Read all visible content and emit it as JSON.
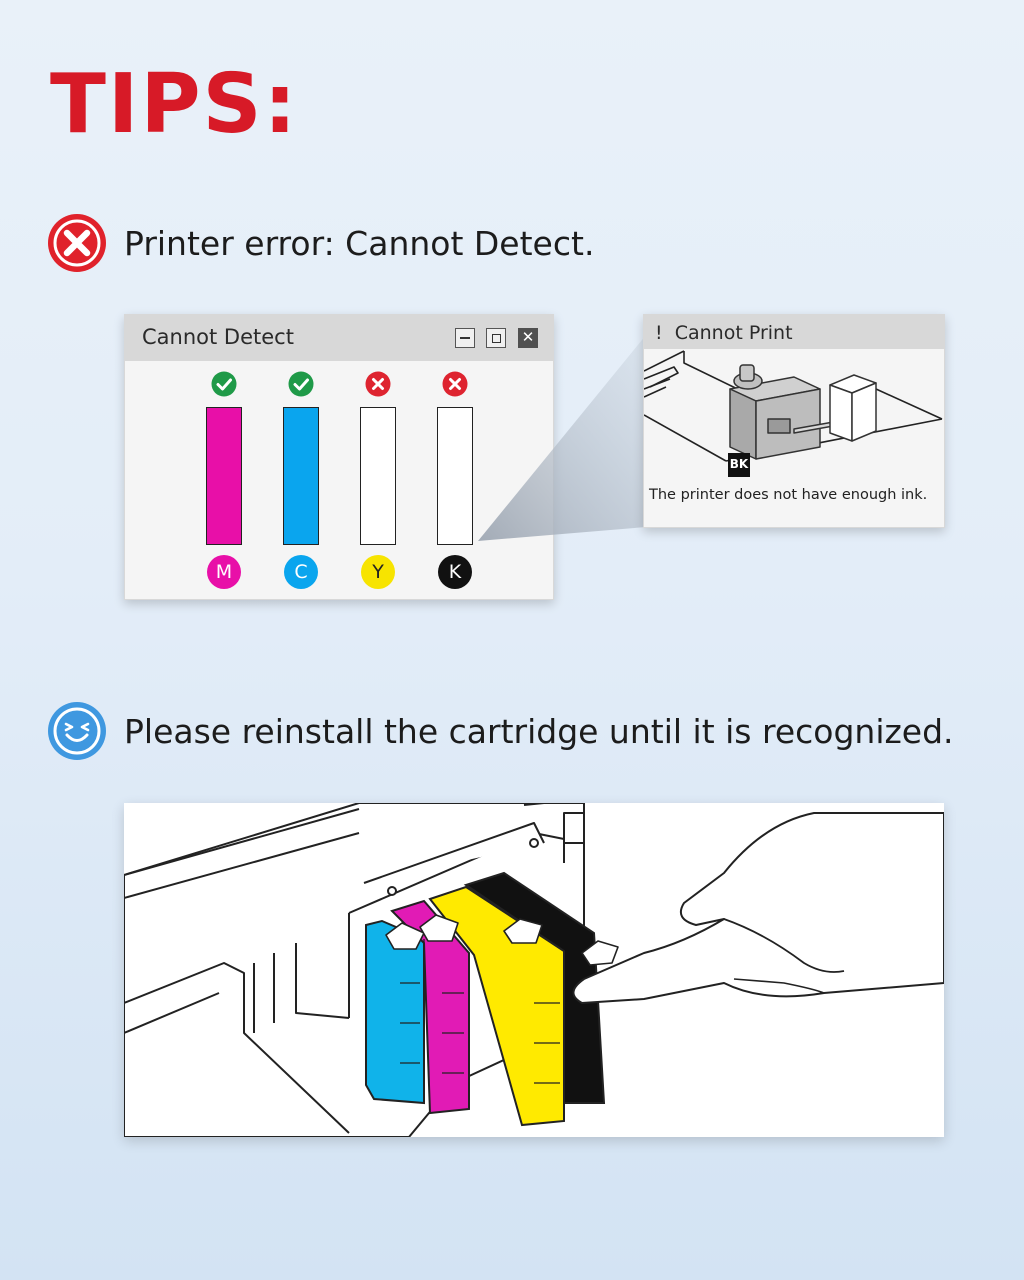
{
  "heading": "TIPS:",
  "error_message": {
    "icon": "error-x-icon",
    "text": "Printer error: Cannot Detect.",
    "color": "#e0222b"
  },
  "detect_dialog": {
    "title": "Cannot Detect",
    "cartridges": [
      {
        "letter": "M",
        "status": "detected",
        "fill": "#e80fa8"
      },
      {
        "letter": "C",
        "status": "detected",
        "fill": "#0aa5ee"
      },
      {
        "letter": "Y",
        "status": "not-detected",
        "fill": "#ffffff"
      },
      {
        "letter": "K",
        "status": "not-detected",
        "fill": "#ffffff"
      }
    ],
    "colors": {
      "ok": "#1f9a48",
      "error": "#de2430",
      "M": "#e80fa8",
      "C": "#0aa5ee",
      "Y": "#f7e400",
      "K": "#111111"
    }
  },
  "print_dialog": {
    "title_mark": "!",
    "title": "Cannot Print",
    "bk_label": "BK",
    "caption": "The printer does not have enough ink."
  },
  "solution_message": {
    "icon": "smile-face-icon",
    "text": "Please reinstall the cartridge until it is recognized.",
    "color": "#3f98e0"
  }
}
